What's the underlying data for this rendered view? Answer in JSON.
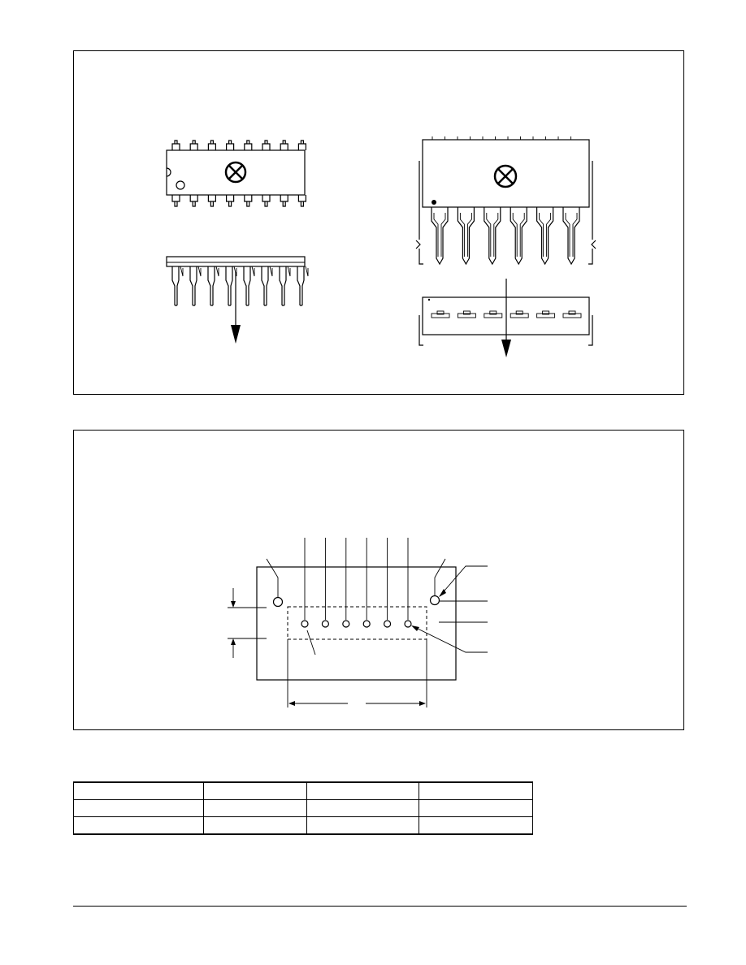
{
  "figures": [
    {
      "id": "package-views",
      "description": ""
    },
    {
      "id": "pcb-layout",
      "description": ""
    }
  ],
  "table": {
    "columns": 4,
    "rows": [
      [
        "",
        "",
        "",
        ""
      ],
      [
        "",
        "",
        "",
        ""
      ],
      [
        "",
        "",
        "",
        ""
      ]
    ]
  },
  "colors": {
    "ink": "#000000",
    "paper": "#ffffff"
  }
}
